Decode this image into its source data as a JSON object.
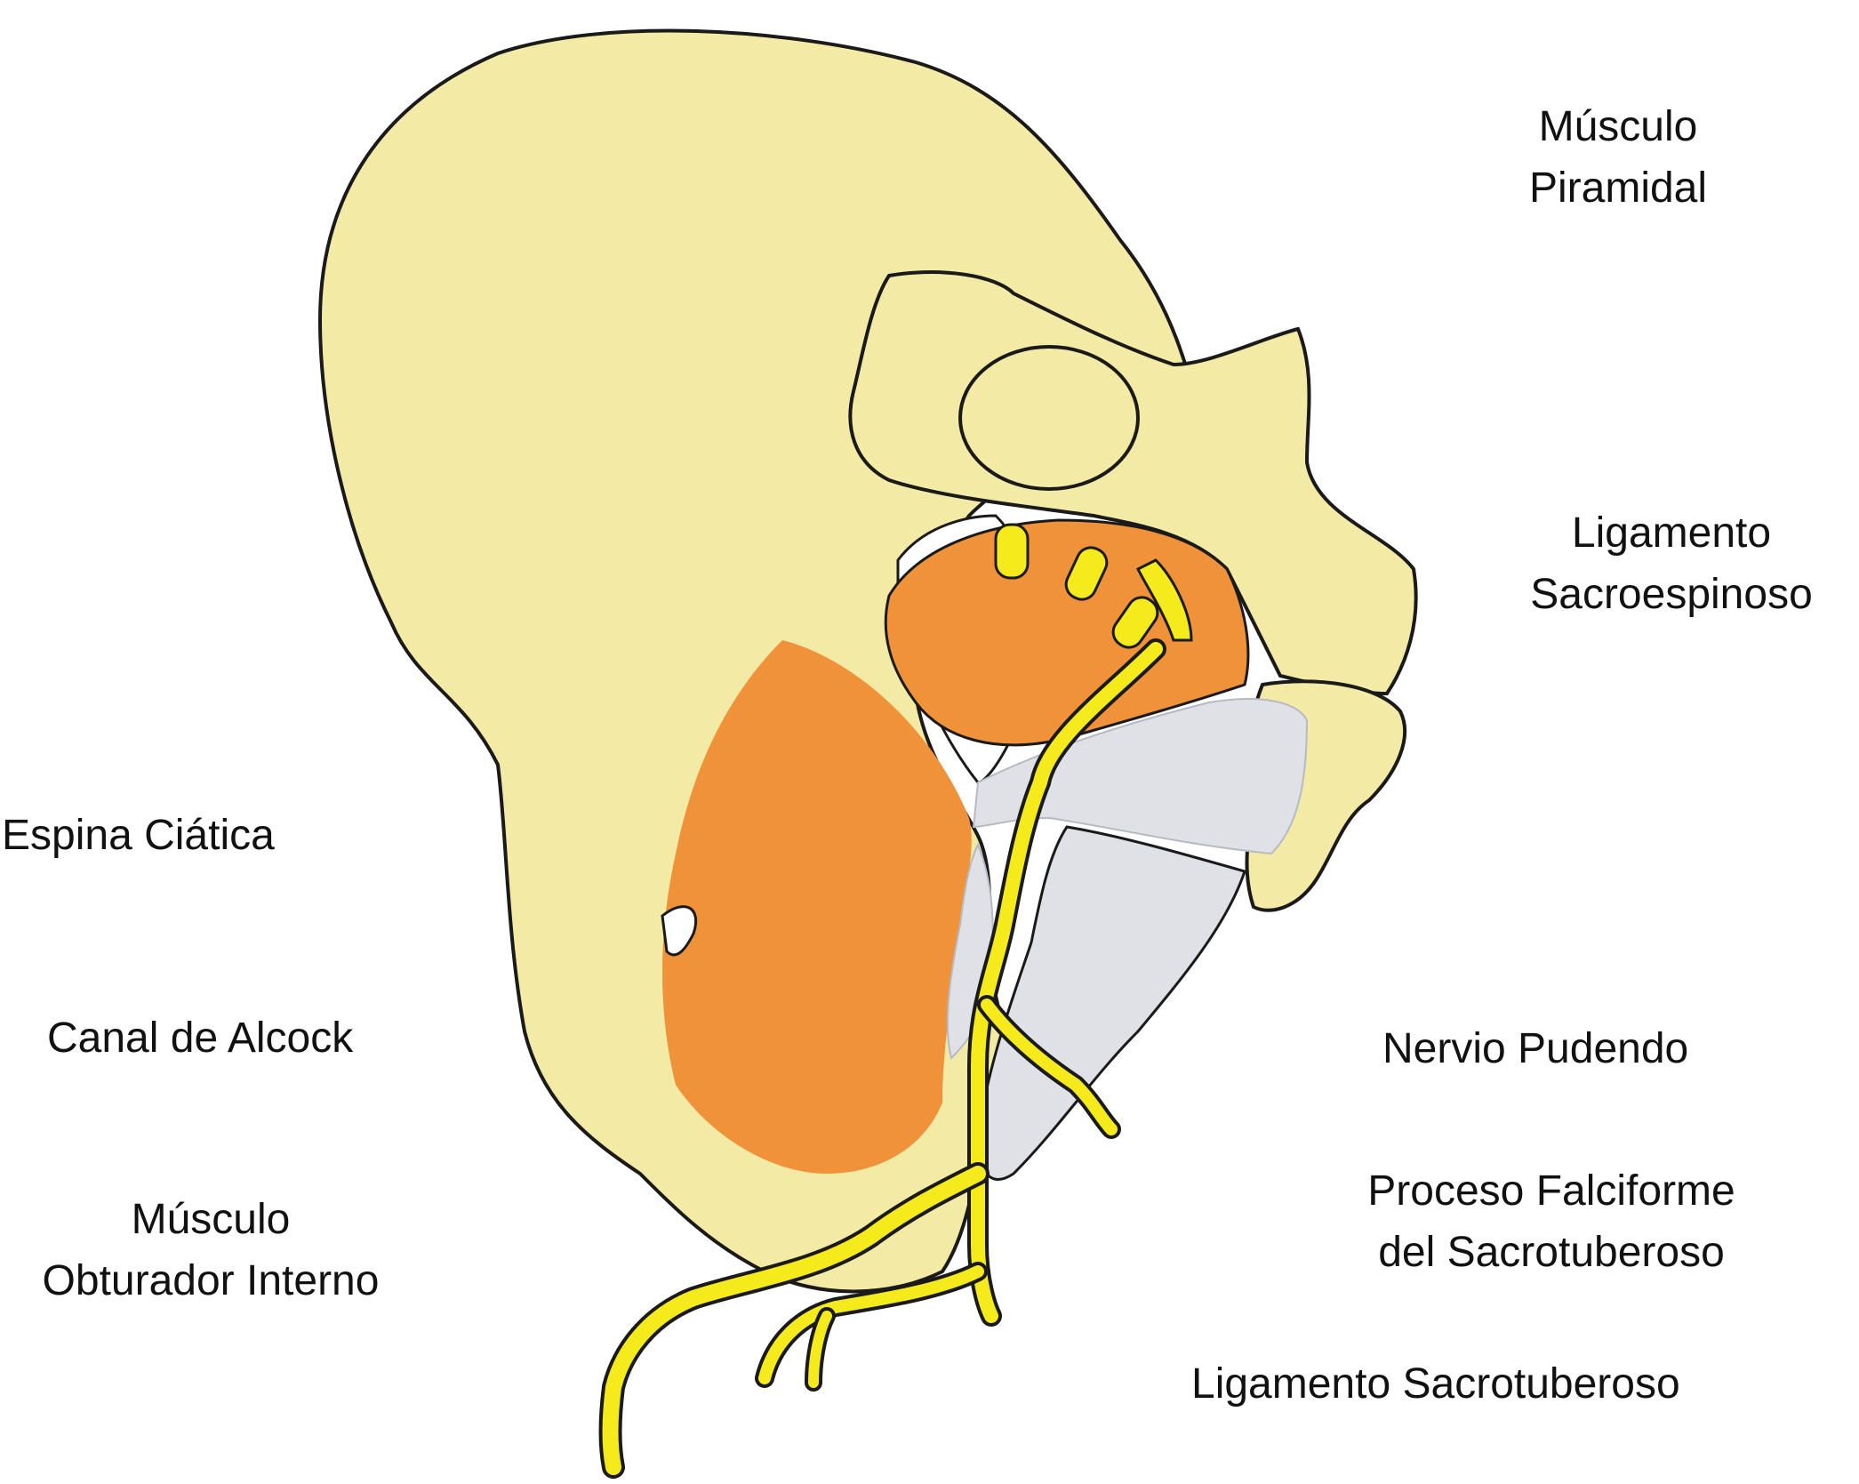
{
  "labels": {
    "musculo_piramidal": "Músculo\nPiramidal",
    "ligamento_sacroespinoso": "Ligamento\nSacroespinoso",
    "espina_ciatica": "Espina Ciática",
    "canal_de_alcock": "Canal de Alcock",
    "musculo_obturador_interno": "Músculo\nObturador Interno",
    "nervio_pudendo": "Nervio Pudendo",
    "proceso_falciforme": "Proceso Falciforme\ndel Sacrotuberoso",
    "ligamento_sacrotuberoso": "Ligamento Sacrotuberoso"
  },
  "colors": {
    "bone": "#f3eaa6",
    "outline": "#1a1a1a",
    "muscle": "#f0923a",
    "nerve": "#f5ea1c",
    "ligament": "#dfe1e6",
    "background": "#ffffff"
  }
}
